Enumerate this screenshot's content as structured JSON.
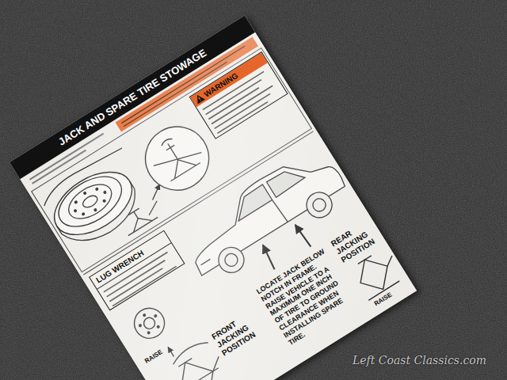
{
  "diagram": {
    "title": "JACK AND SPARE TIRE STOWAGE",
    "nodes": [
      {
        "text": [
          "JACK AND SPARE TIRE STOWAGE"
        ]
      },
      {
        "text": [
          "WARNING"
        ]
      },
      {
        "text": [
          "LUG WRENCH"
        ]
      }
    ],
    "labels": [
      "LOCATE JACK BELOW NOTCH IN FRAME. RAISE VEHICLE TO A MAXIMUM ONE INCH OF TIRE TO GROUND CLEARANCE WHEN INSTALLING SPARE TIRE.",
      "REAR JACKING POSITION",
      "FRONT JACKING POSITION",
      "RAISE",
      "RAISE",
      "Left Coast Classics.com"
    ]
  }
}
